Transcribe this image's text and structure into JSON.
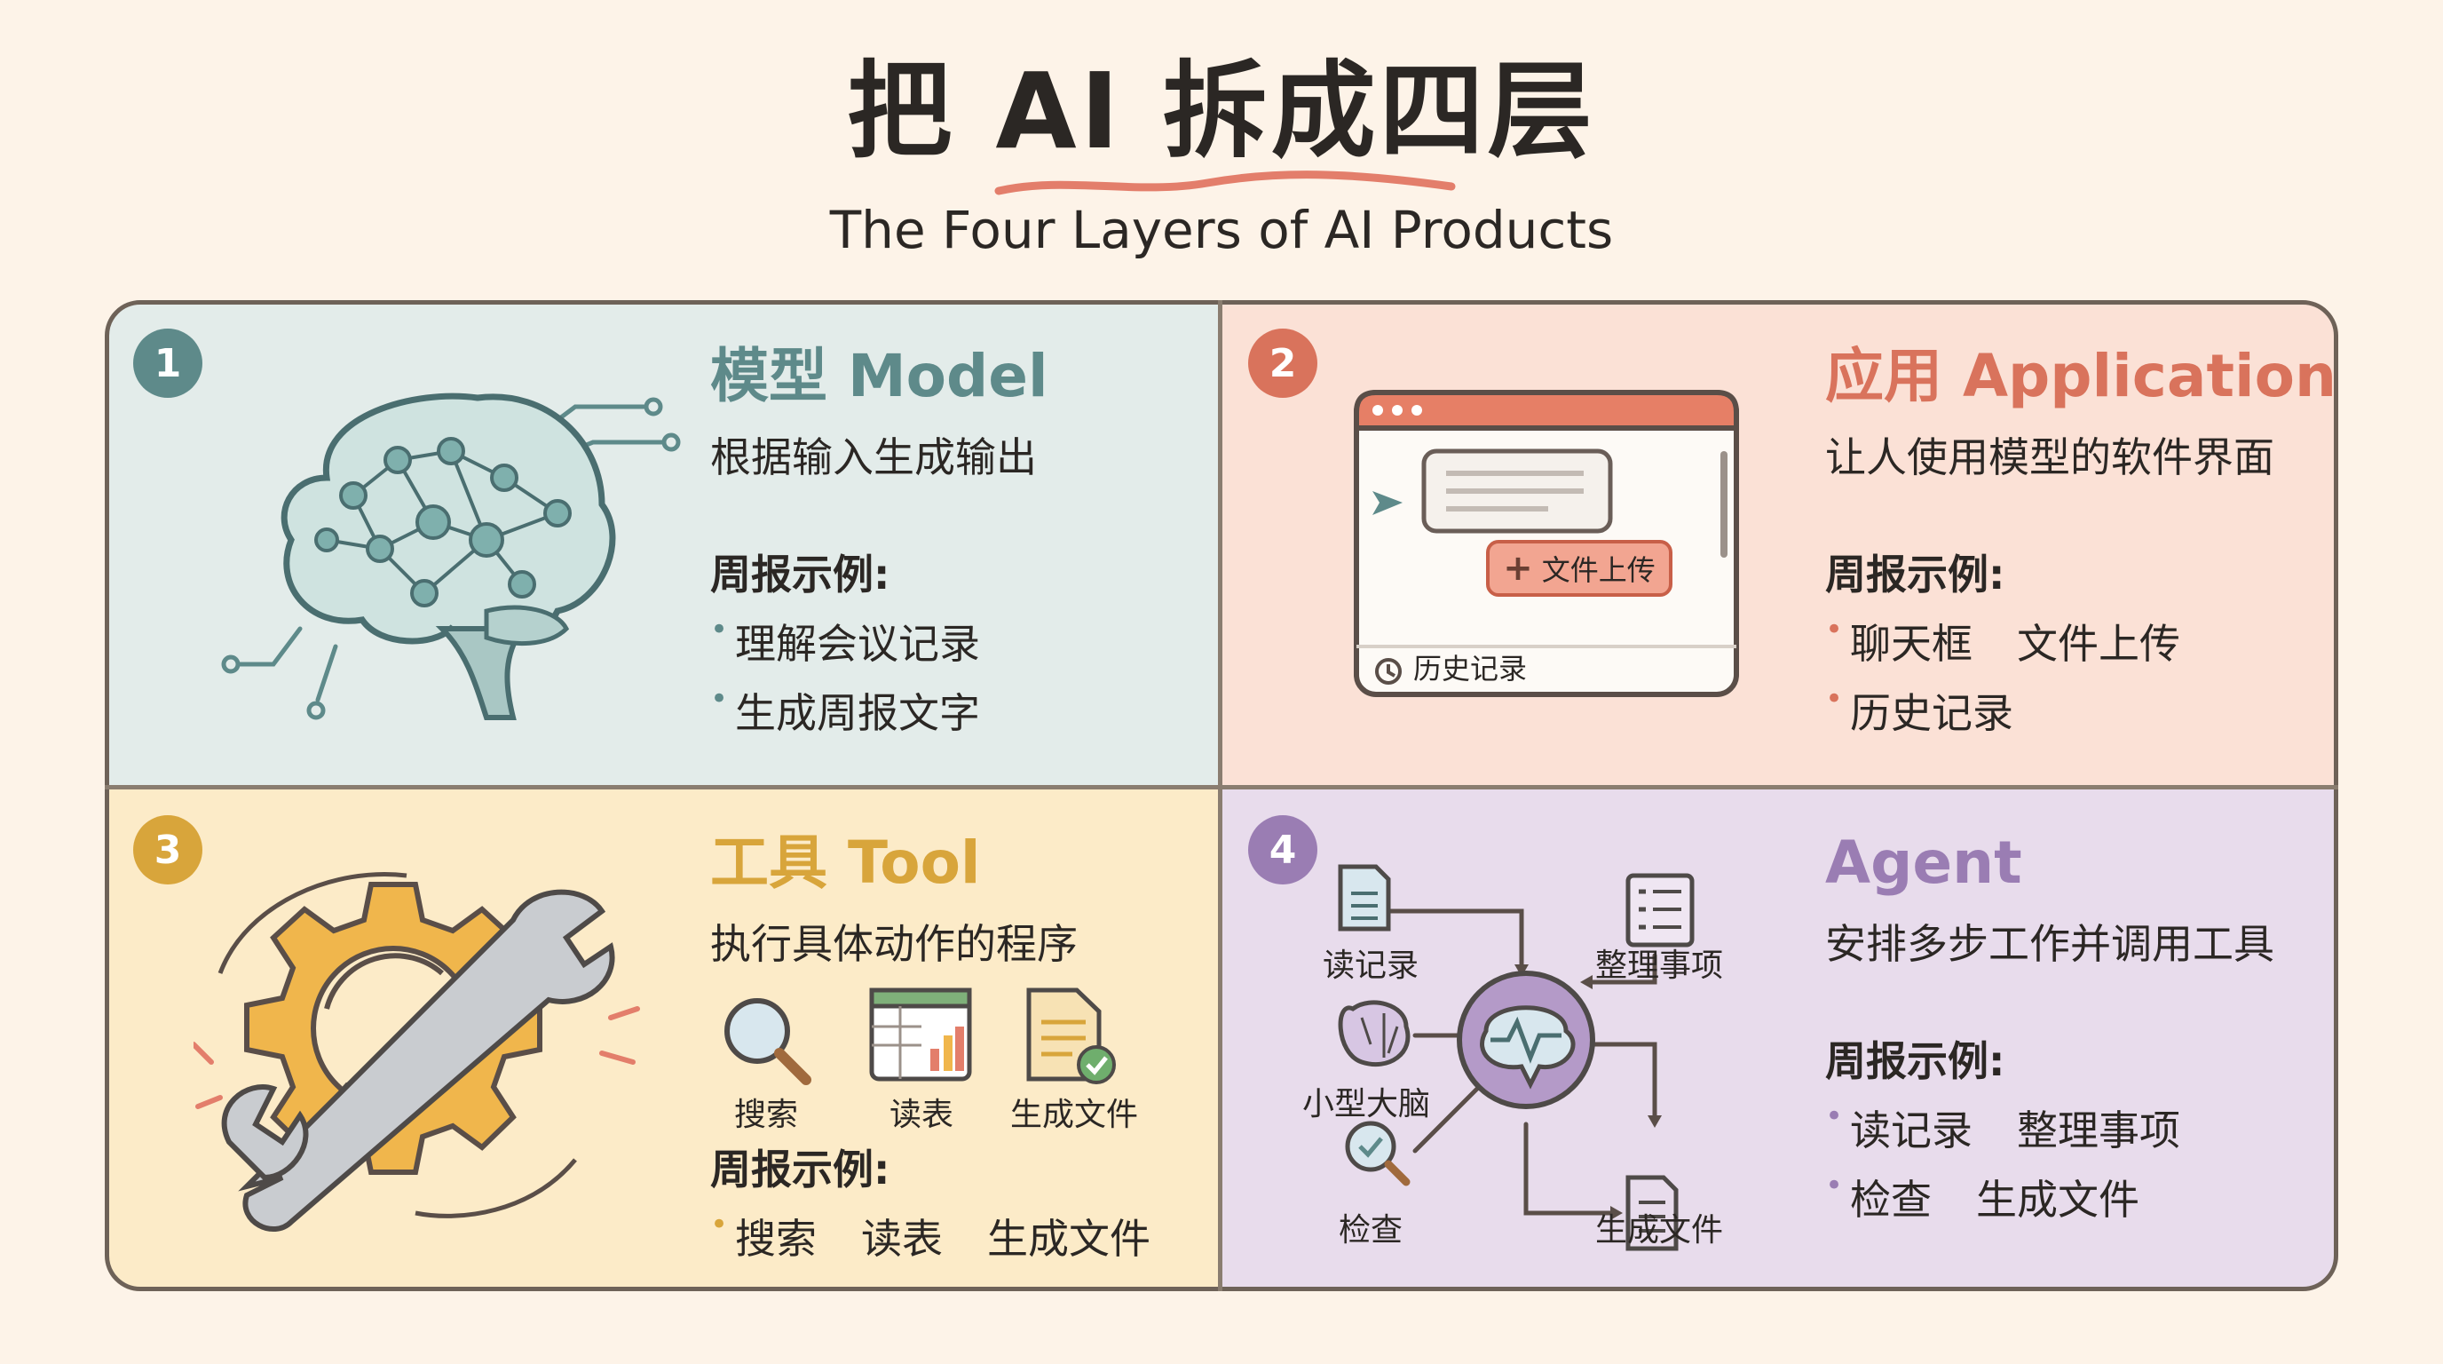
{
  "header": {
    "title": "把 AI 拆成四层",
    "subtitle": "The Four Layers of AI Products"
  },
  "example_label": "周报示例:",
  "panels": [
    {
      "number": "1",
      "heading": "模型 Model",
      "desc": "根据输入生成输出",
      "examples": [
        "理解会议记录",
        "生成周报文字"
      ],
      "icon": "neural-brain-icon",
      "color": "#5e8a8a"
    },
    {
      "number": "2",
      "heading": "应用 Application",
      "desc": "让人使用模型的软件界面",
      "examples": [
        "聊天框",
        "文件上传",
        "历史记录"
      ],
      "icon": "app-window-icon",
      "color": "#d9735c",
      "mock": {
        "upload_label": "文件上传",
        "history_label": "历史记录"
      }
    },
    {
      "number": "3",
      "heading": "工具 Tool",
      "desc": "执行具体动作的程序",
      "examples": [
        "搜索",
        "读表",
        "生成文件"
      ],
      "icon": "gear-wrench-icon",
      "color": "#d8a53b",
      "tools": [
        "搜索",
        "读表",
        "生成文件"
      ]
    },
    {
      "number": "4",
      "heading": "Agent",
      "desc": "安排多步工作并调用工具",
      "examples": [
        "读记录",
        "整理事项",
        "检查",
        "生成文件"
      ],
      "icon": "agent-hub-icon",
      "color": "#9a7db3",
      "nodes": [
        "读记录",
        "整理事项",
        "小型大脑",
        "检查",
        "生成文件"
      ]
    }
  ]
}
